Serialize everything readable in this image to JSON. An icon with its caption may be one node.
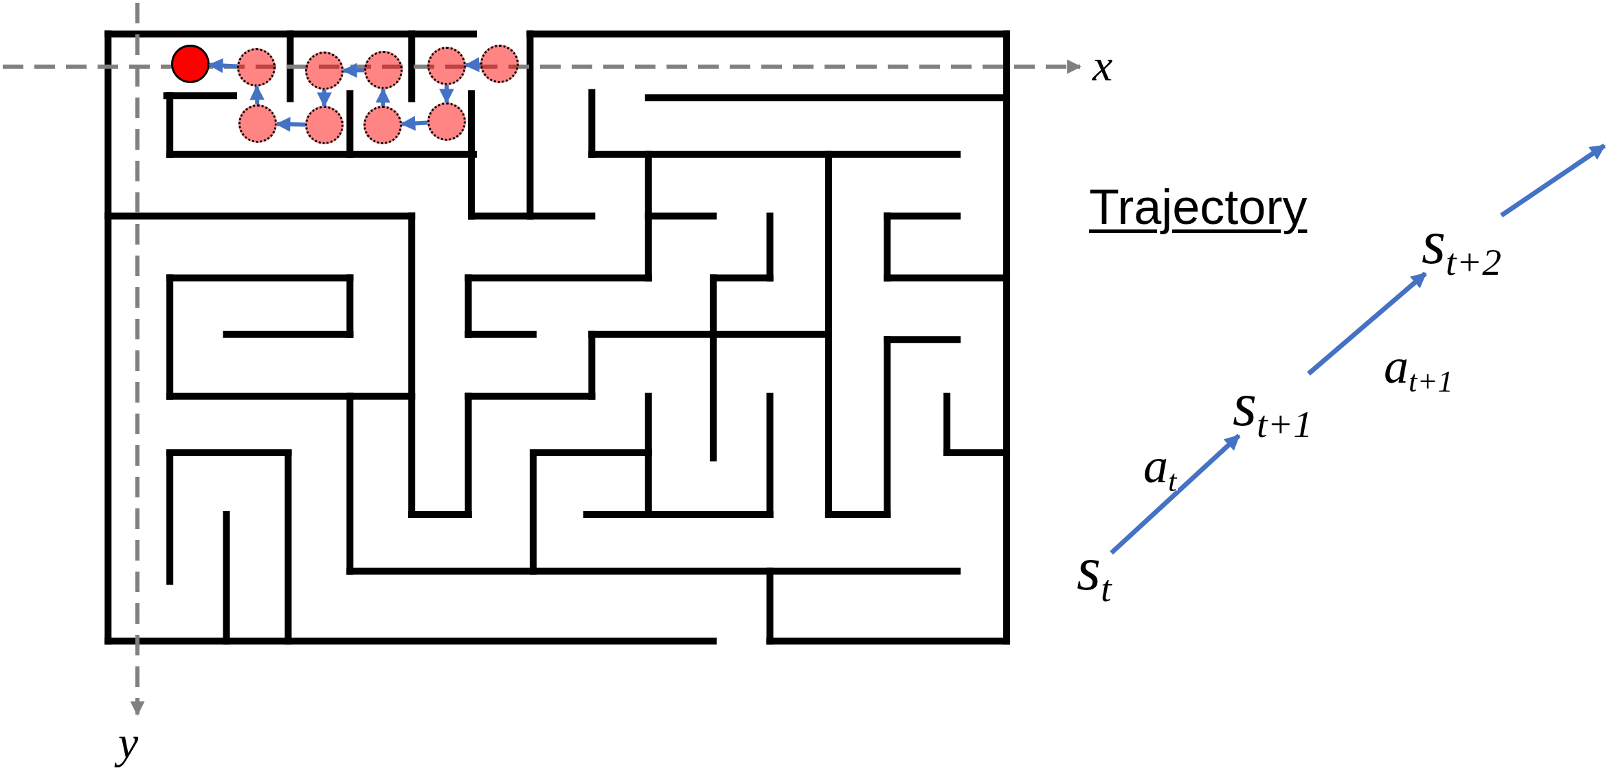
{
  "diagram": {
    "title": "Trajectory",
    "nodes": [
      {
        "text": [],
        "shape": "circle"
      },
      {
        "text": [],
        "shape": "circle"
      },
      {
        "text": [],
        "shape": "circle"
      },
      {
        "text": [],
        "shape": "circle"
      },
      {
        "text": [],
        "shape": "circle"
      },
      {
        "text": [],
        "shape": "circle"
      },
      {
        "text": [],
        "shape": "circle"
      },
      {
        "text": [],
        "shape": "circle"
      },
      {
        "text": [],
        "shape": "circle"
      },
      {
        "text": [],
        "shape": "circle"
      },
      {
        "text": [
          "s$_{t}$"
        ]
      },
      {
        "text": [
          "s$_{t+1}$"
        ]
      },
      {
        "text": [
          "s$_{t+2}$"
        ]
      }
    ],
    "edges": [
      {
        "from": 5,
        "to": 4,
        "arrow": "to"
      },
      {
        "from": 4,
        "to": 9,
        "arrow": "to"
      },
      {
        "from": 9,
        "to": 8,
        "arrow": "to"
      },
      {
        "from": 8,
        "to": 3,
        "arrow": "to"
      },
      {
        "from": 3,
        "to": 2,
        "arrow": "to"
      },
      {
        "from": 2,
        "to": 7,
        "arrow": "to"
      },
      {
        "from": 7,
        "to": 6,
        "arrow": "to"
      },
      {
        "from": 6,
        "to": 1,
        "arrow": "to"
      },
      {
        "from": 1,
        "to": 0,
        "arrow": "to"
      },
      {
        "from": 10,
        "to": 11,
        "arrow": "to",
        "label": "a$_{t}$"
      },
      {
        "from": 11,
        "to": 12,
        "arrow": "to",
        "label": "a$_{t+1}$"
      },
      {
        "from": 12,
        "to": null,
        "arrow": "to"
      }
    ],
    "labels": [
      "x",
      "y"
    ]
  }
}
